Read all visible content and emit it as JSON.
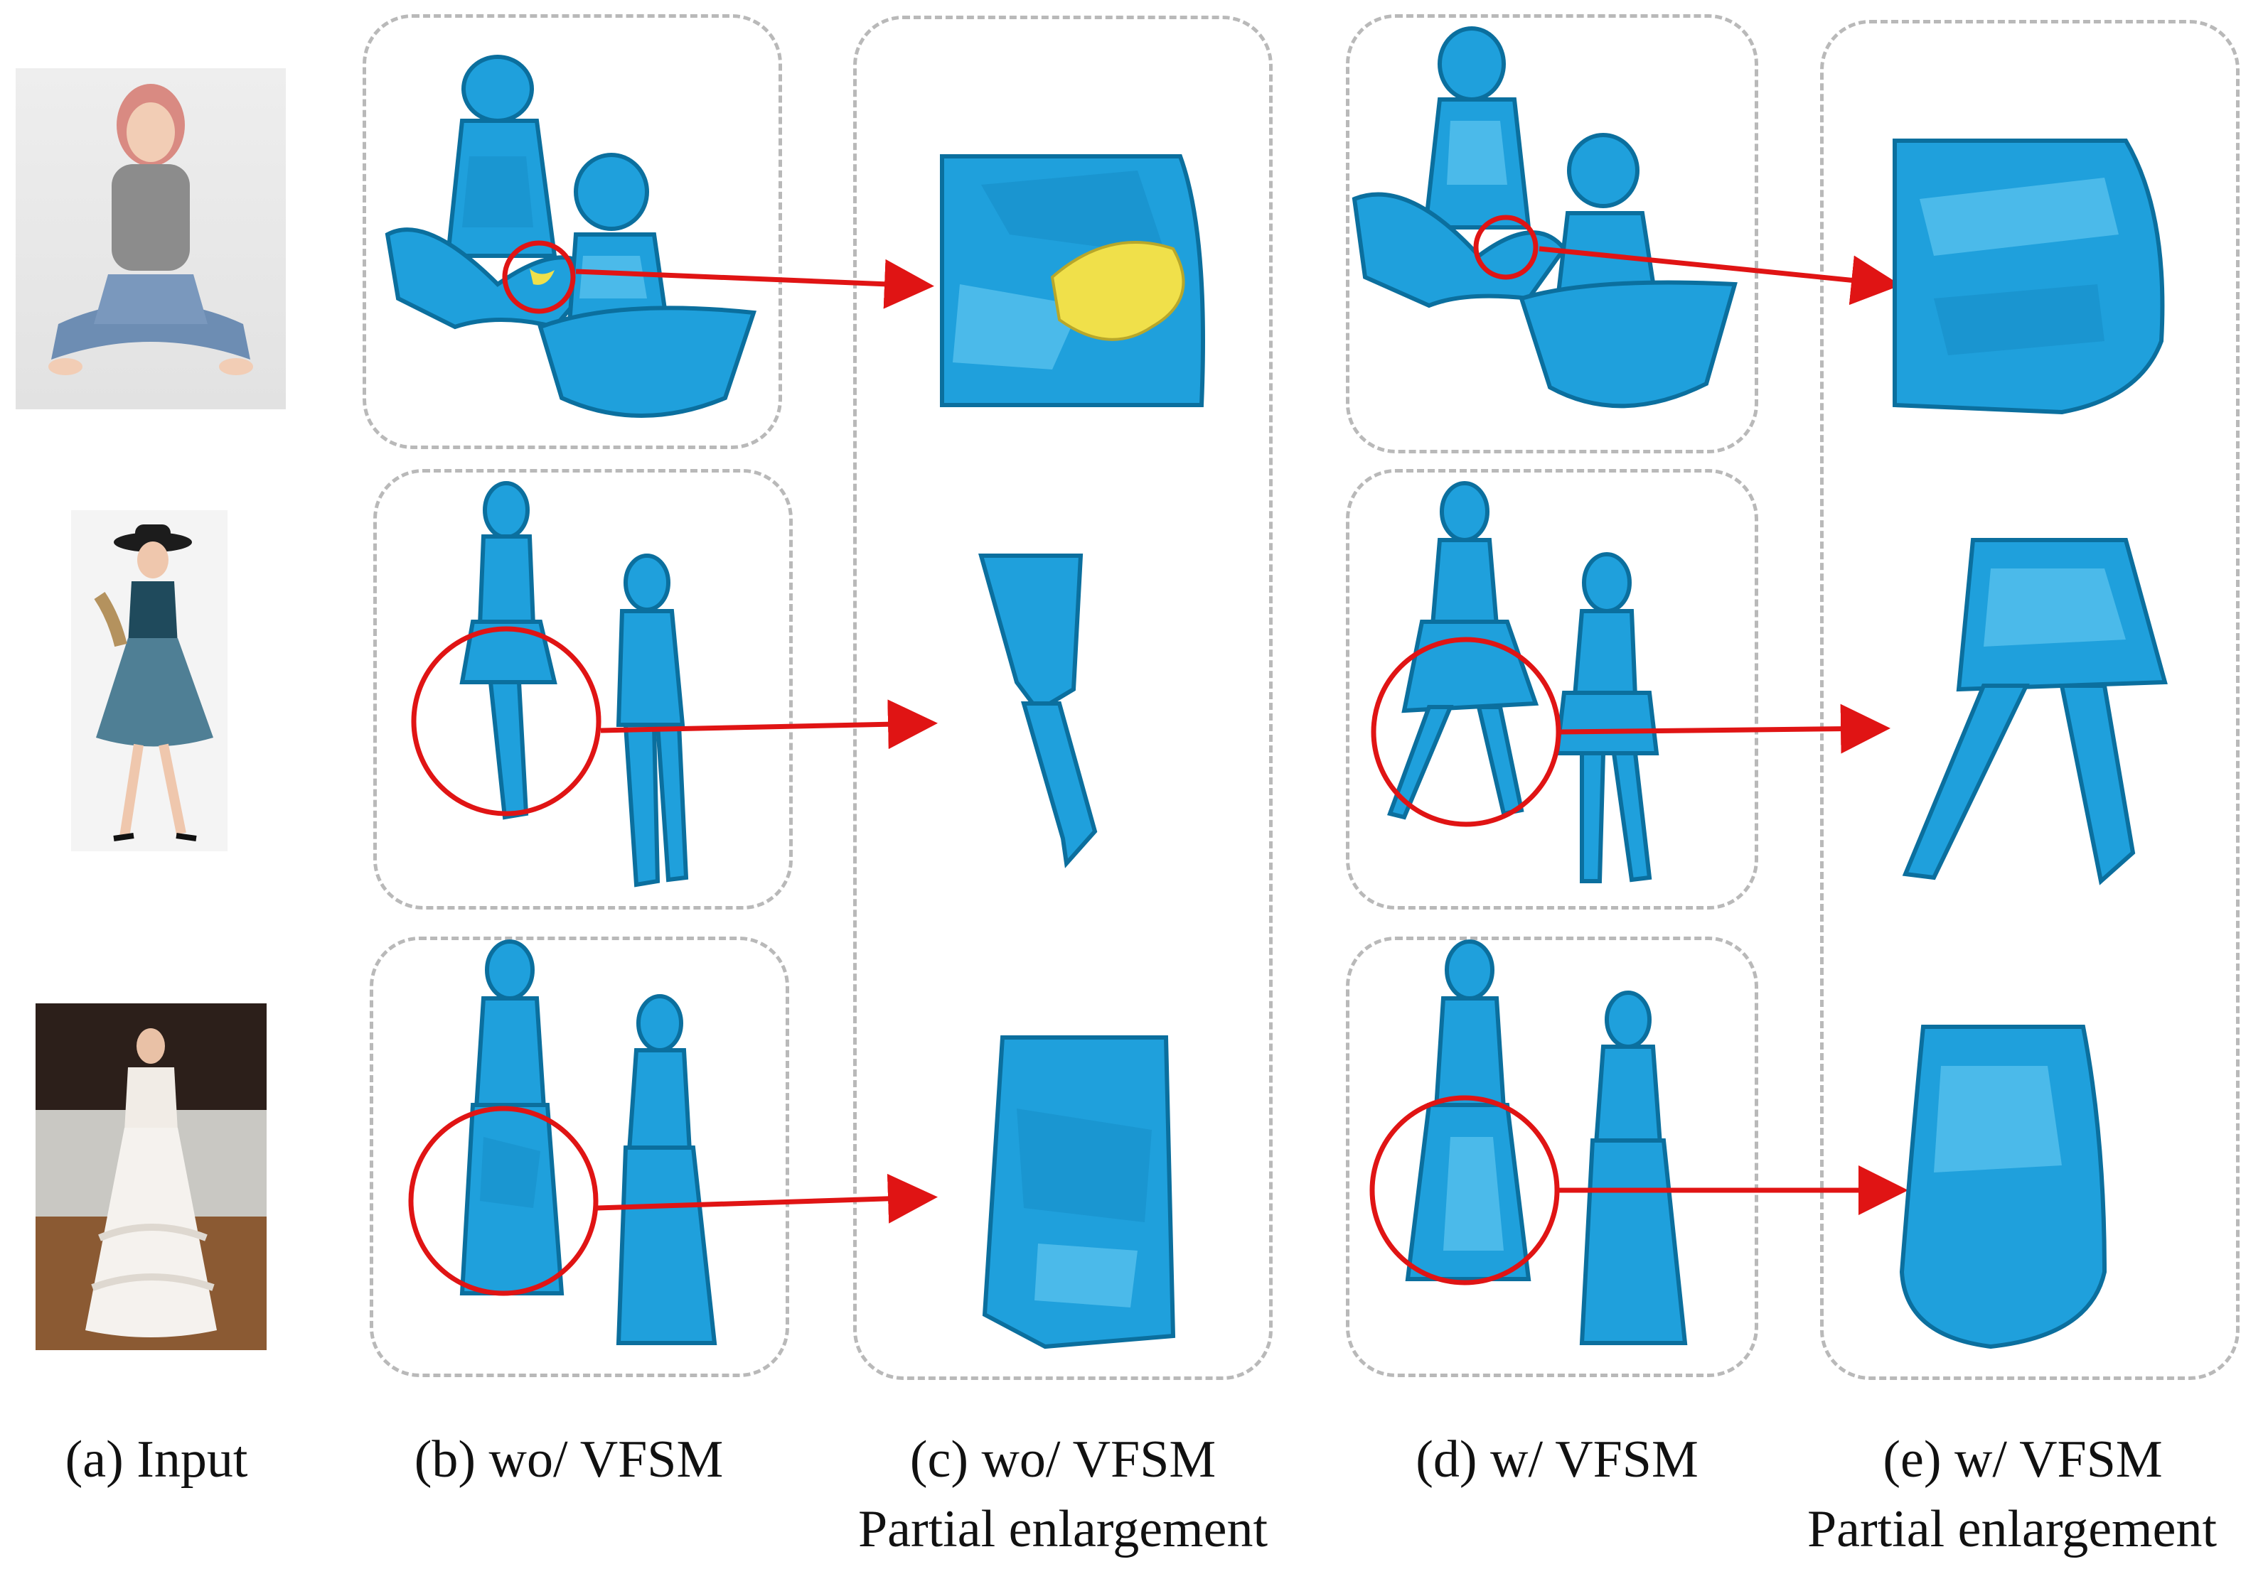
{
  "captions": {
    "input": "(a) Input",
    "wo_vfsm": "(b) wo/ VFSM",
    "wo_vfsm_partial_line1": "(c) wo/ VFSM",
    "wo_vfsm_partial_line2": "Partial enlargement",
    "w_vfsm": "(d) w/ VFSM",
    "w_vfsm_partial_line1": "(e) w/ VFSM",
    "w_vfsm_partial_line2": "Partial enlargement"
  },
  "colors": {
    "mesh": "#1fa0dc",
    "mesh_shadow": "#1487c0",
    "highlight_error": "#f0e04a",
    "annotation": "#e01414",
    "panel_border": "#b9b9b9"
  }
}
